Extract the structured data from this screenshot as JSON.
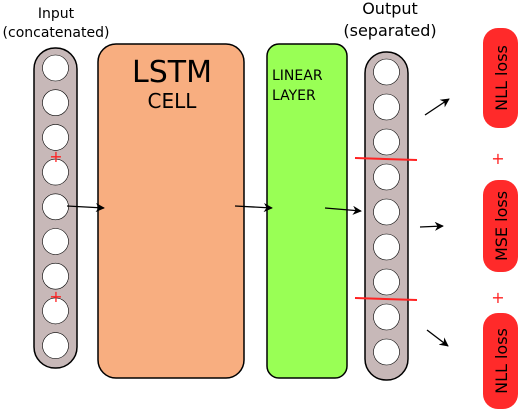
{
  "input_label_line1": "Input",
  "input_label_line2": "(concatenated)",
  "output_label_line1": "Output",
  "output_label_line2": "(separated)",
  "lstm_title": "LSTM",
  "lstm_subtitle": "CELL",
  "linear_line1": "LINEAR",
  "linear_line2": "LAYER",
  "loss_top": "NLL loss",
  "loss_middle": "MSE loss",
  "loss_bottom": "NLL loss",
  "plus_sign": "+",
  "colors": {
    "column_fill": "#c7b8b8",
    "lstm_fill": "#f8ae80",
    "linear_fill": "#99ff55",
    "loss_fill": "#ff2a2a",
    "separator": "#ff2222"
  }
}
